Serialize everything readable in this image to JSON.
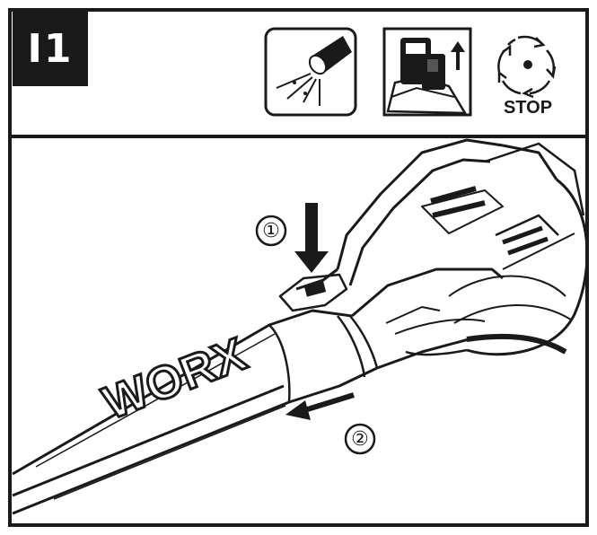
{
  "header": {
    "step_label": "I1",
    "icons": [
      "eye-protection-icon",
      "battery-removal-icon",
      "fan-stop-icon"
    ],
    "stop_text": "STOP"
  },
  "illustration": {
    "callouts": [
      "①",
      "②"
    ],
    "brand_text": "WORX"
  },
  "colors": {
    "ink": "#1a1a1a",
    "paper": "#ffffff"
  }
}
